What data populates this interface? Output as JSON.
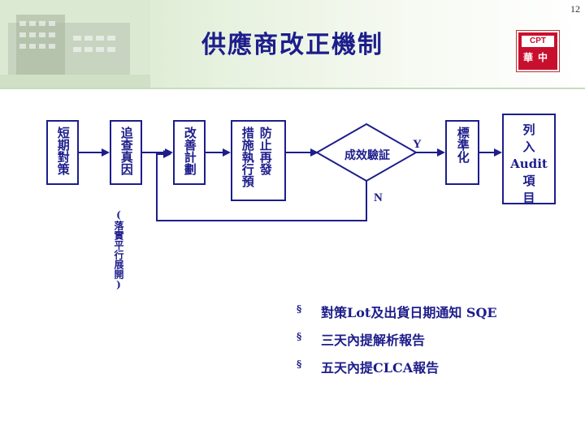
{
  "page_number": "12",
  "title": "供應商改正機制",
  "logo": {
    "top": "CPT",
    "bottom": "華中"
  },
  "flow": {
    "step1": "短期對策",
    "step2": "追查真因",
    "step3": "改善計劃",
    "step4_col1": "防止再發",
    "step4_col2": "措施執行預",
    "check": "成效驗証",
    "yes": "Y",
    "no": "N",
    "step6": "標準化",
    "step7_lines": [
      "列",
      "入",
      "Audit",
      "項",
      "目"
    ],
    "side_note": "(落實平行展開)"
  },
  "bullets": {
    "marker": "§",
    "b1": "對策Lot及出貨日期通知 SQE",
    "b2": "三天內提解析報告",
    "b3": "五天內提CLCA報告"
  }
}
